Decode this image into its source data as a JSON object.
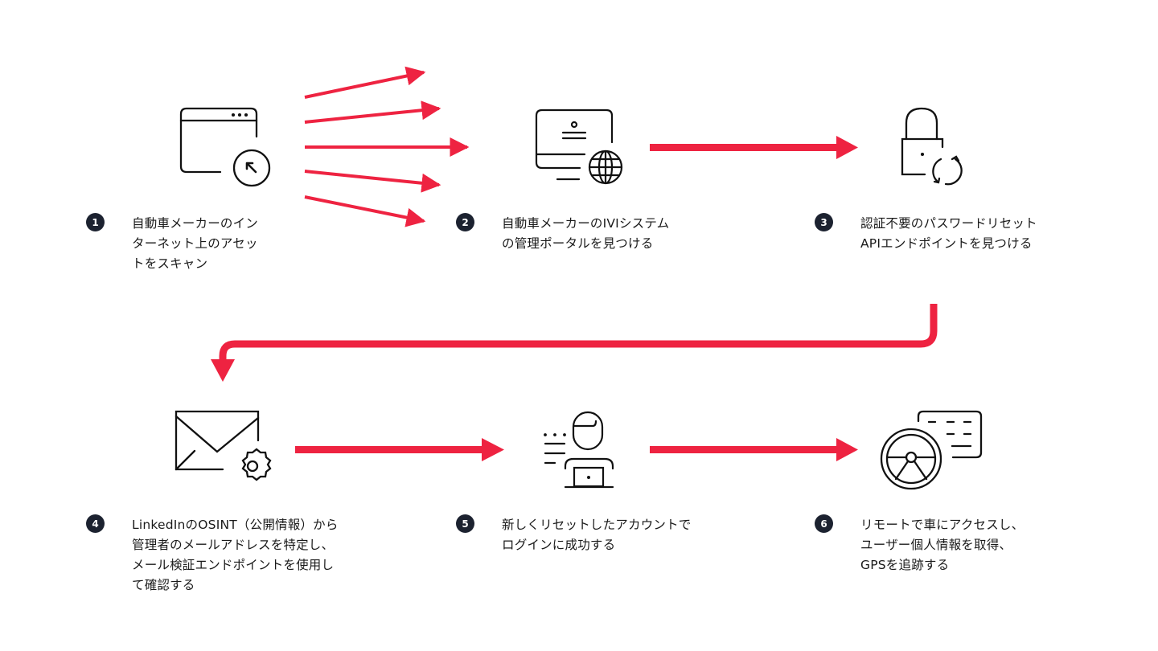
{
  "colors": {
    "arrow": "#ee2341",
    "icon_stroke": "#111111",
    "badge": "#1c2230"
  },
  "steps": [
    {
      "number": "1",
      "icon": "browser-cursor-icon",
      "text": "自動車メーカーのイン\nターネット上のアセッ\nトをスキャン"
    },
    {
      "number": "2",
      "icon": "portal-globe-icon",
      "text": "自動車メーカーのIVIシステム\nの管理ポータルを見つける"
    },
    {
      "number": "3",
      "icon": "lock-reset-icon",
      "text": "認証不要のパスワードリセット\nAPIエンドポイントを見つける"
    },
    {
      "number": "4",
      "icon": "mail-settings-icon",
      "text": "LinkedInのOSINT（公開情報）から\n管理者のメールアドレスを特定し、\nメール検証エンドポイントを使用し\nて確認する"
    },
    {
      "number": "5",
      "icon": "user-laptop-icon",
      "text": "新しくリセットしたアカウントで\nログインに成功する"
    },
    {
      "number": "6",
      "icon": "steering-wheel-dashboard-icon",
      "text": "リモートで車にアクセスし、\nユーザー個人情報を取得、\nGPSを追跡する"
    }
  ]
}
